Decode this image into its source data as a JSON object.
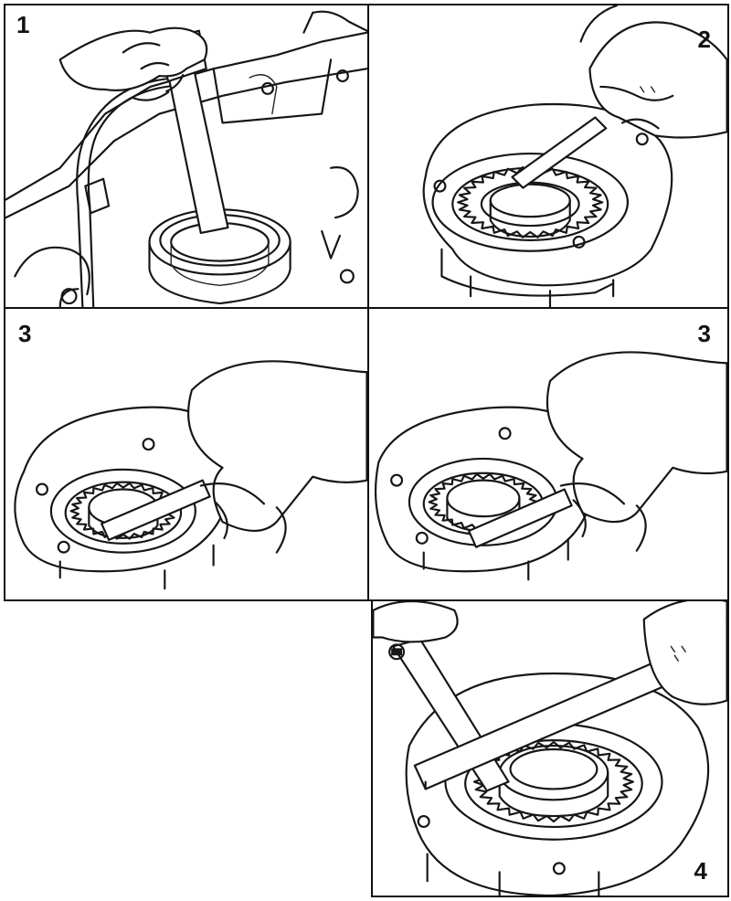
{
  "panels": [
    {
      "id": "1",
      "label": "1"
    },
    {
      "id": "2",
      "label": "2"
    },
    {
      "id": "3a",
      "label": "3"
    },
    {
      "id": "3b",
      "label": "3"
    },
    {
      "id": "4",
      "label": "4"
    }
  ],
  "colors": {
    "ink": "#161616",
    "paper": "#ffffff"
  }
}
